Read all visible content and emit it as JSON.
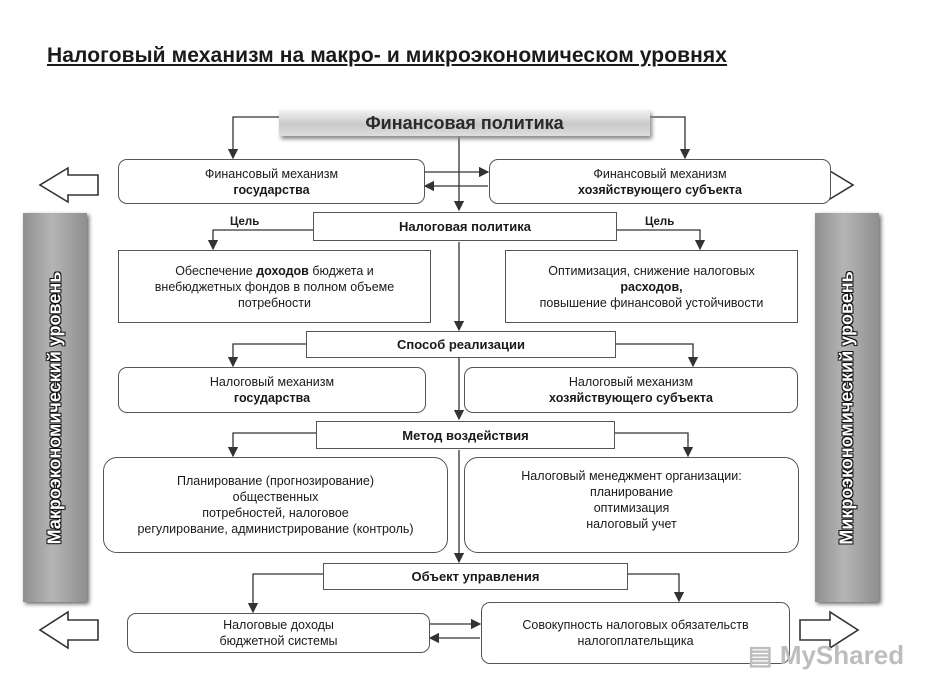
{
  "title": "Налоговый механизм на макро- и микроэкономическом уровнях",
  "financial_policy": "Финансовая политика",
  "left_side": "Макроэкономический уровень",
  "right_side": "Микроэкономический уровень",
  "fm_state": {
    "line1": "Финансовый механизм",
    "line2": "государства"
  },
  "fm_entity": {
    "line1": "Финансовый механизм",
    "line2": "хозяйствующего субъекта"
  },
  "tax_policy": "Налоговая  политика",
  "goal_left": "Цель",
  "goal_right": "Цель",
  "goal_state": {
    "a": "Обеспечение ",
    "b": "доходов",
    "c": " бюджета и",
    "line2": "внебюджетных фондов в полном объеме",
    "line3": "потребности"
  },
  "goal_entity": {
    "line1": "Оптимизация, снижение налоговых",
    "line2": "расходов,",
    "line3": "повышение финансовой устойчивости"
  },
  "implementation": "Способ  реализации",
  "tm_state": {
    "line1": "Налоговый механизм",
    "line2": "государства"
  },
  "tm_entity": {
    "line1": "Налоговый механизм",
    "line2": "хозяйствующего субъекта"
  },
  "method": "Метод  воздействия",
  "method_state": {
    "line1": "Планирование (прогнозирование)",
    "line2": "общественных",
    "line3": "потребностей, налоговое",
    "line4": "регулирование, администрирование (контроль)"
  },
  "method_entity": {
    "line1": "Налоговый менеджмент организации:",
    "line2": "планирование",
    "line3": "оптимизация",
    "line4": "налоговый учет"
  },
  "object": "Объект  управления",
  "object_state": {
    "line1": "Налоговые доходы",
    "line2": "бюджетной системы"
  },
  "object_entity": {
    "line1": "Совокупность налоговых обязательств",
    "line2": "налогоплательщика"
  },
  "watermark": "MyShared"
}
